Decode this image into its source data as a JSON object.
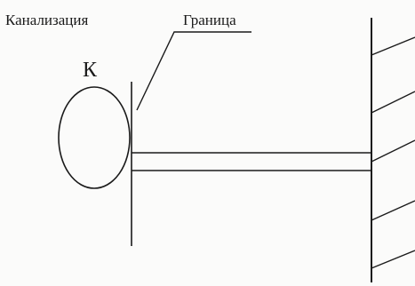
{
  "labels": {
    "sewer": "Канализация",
    "boundary": "Граница",
    "well": "К"
  },
  "colors": {
    "ink": "#1a1a1a",
    "paper": "#fbfbfa"
  }
}
